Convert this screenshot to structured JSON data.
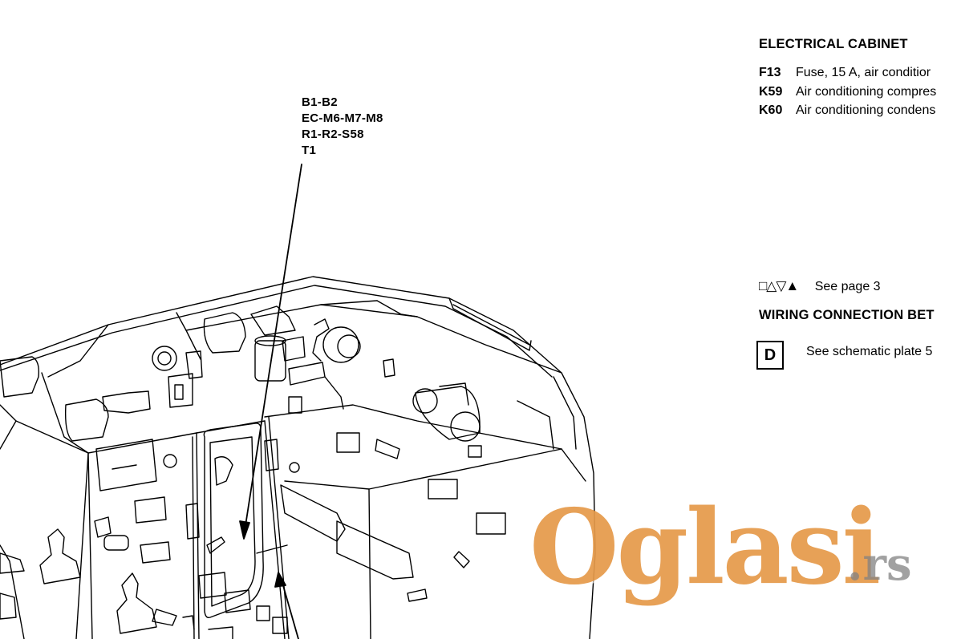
{
  "callout": {
    "lines": [
      "B1-B2",
      "EC-M6-M7-M8",
      "R1-R2-S58",
      "T1"
    ]
  },
  "electrical_cabinet": {
    "title": "ELECTRICAL CABINET",
    "items": [
      {
        "code": "F13",
        "desc": "Fuse, 15 A, air conditior"
      },
      {
        "code": "K59",
        "desc": "Air conditioning compres"
      },
      {
        "code": "K60",
        "desc": "Air conditioning condens"
      }
    ]
  },
  "symbols_note": {
    "symbols": "□△▽▲",
    "text": "See page 3"
  },
  "wiring": {
    "title": "WIRING CONNECTION BET",
    "box_letter": "D",
    "text": "See schematic plate 5"
  },
  "watermark": {
    "main": "Oglasi",
    "suffix": ".rs",
    "color": "#e28c32"
  }
}
